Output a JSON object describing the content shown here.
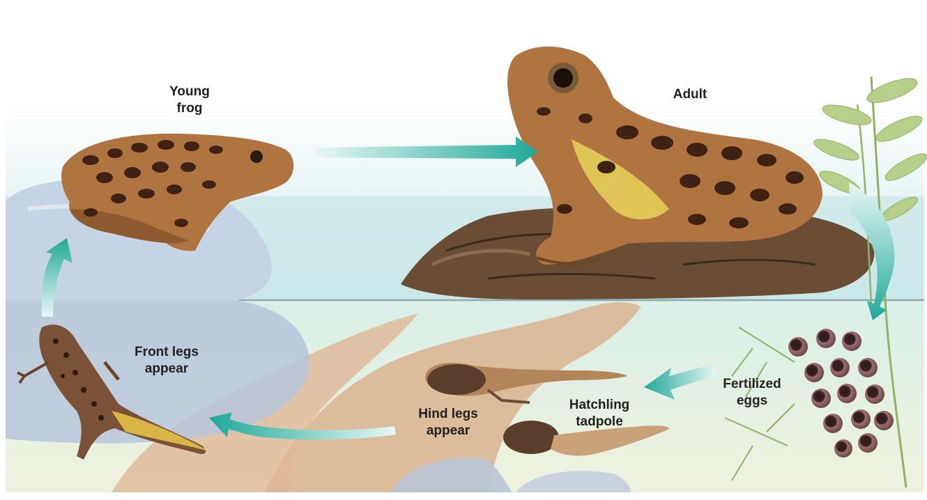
{
  "diagram": {
    "stages": [
      {
        "id": "young-frog",
        "label": "Young\nfrog"
      },
      {
        "id": "adult",
        "label": "Adult"
      },
      {
        "id": "fertilized-eggs",
        "label": "Fertilized\neggs"
      },
      {
        "id": "hatchling-tadpole",
        "label": "Hatchling\ntadpole"
      },
      {
        "id": "hind-legs",
        "label": "Hind legs\nappear"
      },
      {
        "id": "front-legs",
        "label": "Front legs\nappear"
      }
    ],
    "colors": {
      "sky_water": "#cde9eb",
      "underwater": "#e6eed5",
      "rock": "#c7d4e3",
      "log": "#6b4c34",
      "sand": "#d9b38e",
      "arrow": "#2bb3a6",
      "frog_body": "#b07440",
      "frog_spot": "#3f2213",
      "egg": "#5a3a3a",
      "plant": "#8fb265"
    }
  }
}
